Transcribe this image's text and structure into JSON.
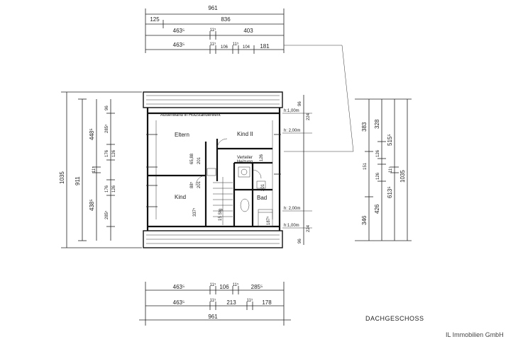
{
  "drawing": {
    "title": "DACHGESCHOSS",
    "company": "IL Immobilien GmbH",
    "note_wall": "Außenwand in Holzständerwerk",
    "rooms": {
      "eltern": "Eltern",
      "kind2": "Kind II",
      "kind": "Kind",
      "bad": "Bad",
      "verteiler": "Verteiler",
      "heizung": "Heizung",
      "stg": "15 Stg"
    },
    "heights": {
      "h1": "h:1,00m",
      "h2": "h: 2,00m",
      "h3": "h: 2,00m",
      "h4": "h:1,00m"
    },
    "top_dims": {
      "total": "961",
      "row2": [
        "125",
        "836"
      ],
      "row3": [
        "463⁵",
        "11⁵",
        "403"
      ],
      "row4": [
        "463⁵",
        "11⁵",
        "106",
        "11⁵",
        "104",
        "181"
      ]
    },
    "bottom_dims": {
      "row1": [
        "463⁵",
        "11⁵",
        "106",
        "11⁵",
        "285⁵"
      ],
      "row2": [
        "463⁵",
        "11⁵",
        "213",
        "11⁵",
        "178"
      ],
      "total": "961"
    },
    "left_dims": {
      "col1": "1035",
      "col2": [
        "911"
      ],
      "col3": [
        "448⁵",
        "11⁵",
        "438⁵"
      ],
      "col4": [
        "96",
        "285⁵",
        "176",
        "126",
        "11⁵",
        "176",
        "126",
        "285⁵"
      ]
    },
    "right_dims": {
      "col1": [
        "383",
        "151",
        "346"
      ],
      "col2": [
        "328",
        "126",
        "11⁵",
        "126",
        "426"
      ],
      "col3": [
        "515⁵",
        "11⁵",
        "613⁵"
      ],
      "col4": "1035",
      "inner": [
        "96",
        "224",
        "224",
        "96"
      ]
    },
    "inner_dims": [
      "15",
      "65,88",
      "201",
      "88⁵",
      "201",
      "337⁵",
      "126",
      "11⁵",
      "201",
      "126",
      "187⁵"
    ]
  }
}
